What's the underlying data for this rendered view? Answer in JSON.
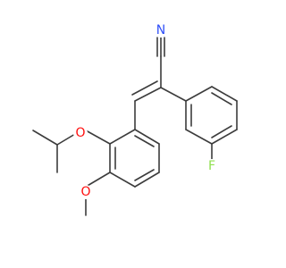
{
  "molecule": {
    "atom_labels": {
      "nitrile_n": "N",
      "fluorine": "F",
      "ether_oxygen_isopropoxy": "O",
      "ether_oxygen_methoxy": "O"
    },
    "colors": {
      "bond": "#3c3c3c",
      "nitrogen": "#3050f8",
      "oxygen": "#ff0d0d",
      "fluorine": "#90e050",
      "background": "#ffffff"
    }
  }
}
